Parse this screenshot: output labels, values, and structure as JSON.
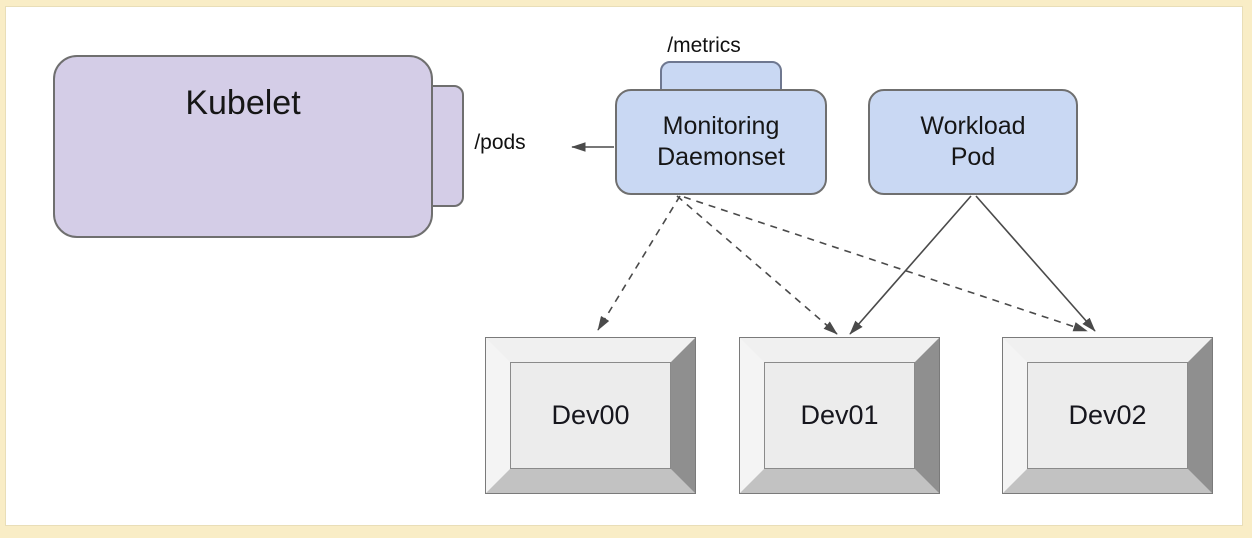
{
  "diagram": {
    "nodes": {
      "kubelet": {
        "label": "Kubelet",
        "endpoint": "/pods"
      },
      "monitoring_daemonset": {
        "label": "Monitoring\nDaemonset",
        "endpoint": "/metrics"
      },
      "workload_pod": {
        "label": "Workload\nPod"
      },
      "devices": [
        {
          "label": "Dev00"
        },
        {
          "label": "Dev01"
        },
        {
          "label": "Dev02"
        }
      ]
    },
    "edges": [
      {
        "from": "monitoring_daemonset",
        "to": "kubelet",
        "label": "/pods",
        "style": "solid-arrow"
      },
      {
        "from": "monitoring_daemonset",
        "to": "dev00",
        "style": "dashed-arrow"
      },
      {
        "from": "monitoring_daemonset",
        "to": "dev01",
        "style": "dashed-arrow"
      },
      {
        "from": "monitoring_daemonset",
        "to": "dev02",
        "style": "dashed-arrow"
      },
      {
        "from": "workload_pod",
        "to": "dev01",
        "style": "solid-arrow"
      },
      {
        "from": "workload_pod",
        "to": "dev02",
        "style": "solid-arrow"
      }
    ],
    "colors": {
      "frame": "#f9edc6",
      "canvas": "#ffffff",
      "kubelet_fill": "#d4cde7",
      "pod_fill": "#c9d8f3",
      "node_border": "#6f6f6f",
      "arrow": "#4a4a4a",
      "device_face": "#ececec"
    }
  }
}
